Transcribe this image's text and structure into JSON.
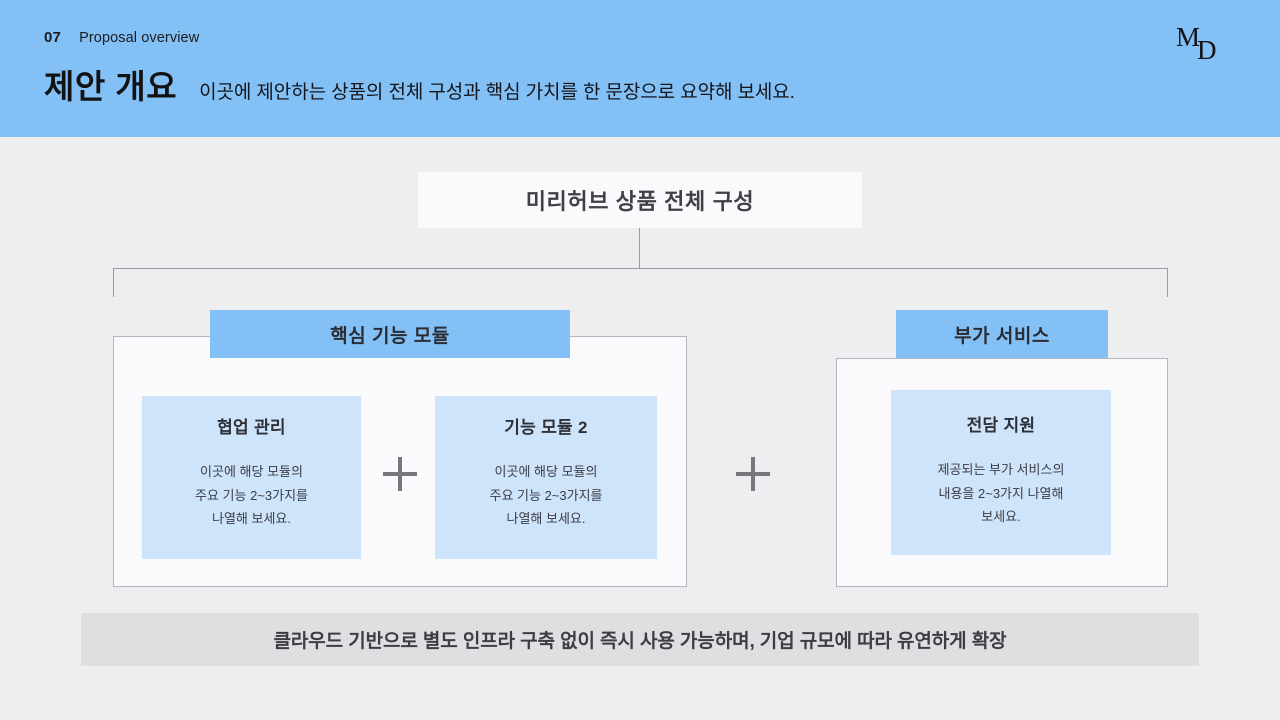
{
  "header": {
    "eyebrow_number": "07",
    "eyebrow_label": "Proposal overview",
    "title": "제안 개요",
    "subtitle": "이곳에 제안하는 상품의 전체 구성과 핵심 가치를 한 문장으로 요약해 보세요.",
    "logo_primary": "M",
    "logo_secondary": "D"
  },
  "diagram": {
    "root_label": "미리허브 상품 전체 구성",
    "operator_symbol": "+",
    "sections": [
      {
        "tab_label": "핵심 기능 모듈",
        "cards": [
          {
            "title": "협업 관리",
            "body": "이곳에 해당 모듈의\n주요 기능 2~3가지를\n나열해 보세요."
          },
          {
            "title": "기능 모듈 2",
            "body": "이곳에 해당 모듈의\n주요 기능 2~3가지를\n나열해 보세요."
          }
        ]
      },
      {
        "tab_label": "부가 서비스",
        "cards": [
          {
            "title": "전담 지원",
            "body": "제공되는 부가 서비스의\n내용을 2~3가지 나열해\n보세요."
          }
        ]
      }
    ]
  },
  "footer": {
    "banner_text": "클라우드 기반으로 별도 인프라 구축 없이 즉시 사용 가능하며, 기업 규모에 따라 유연하게 확장"
  },
  "colors": {
    "brand_blue": "#82C0F5",
    "card_blue": "#CEE4FA",
    "page_background": "#EEEDF0",
    "panel_white": "#FAF9FB",
    "banner_gray": "#DFDEE1",
    "connector_gray": "#9C9BA1"
  }
}
